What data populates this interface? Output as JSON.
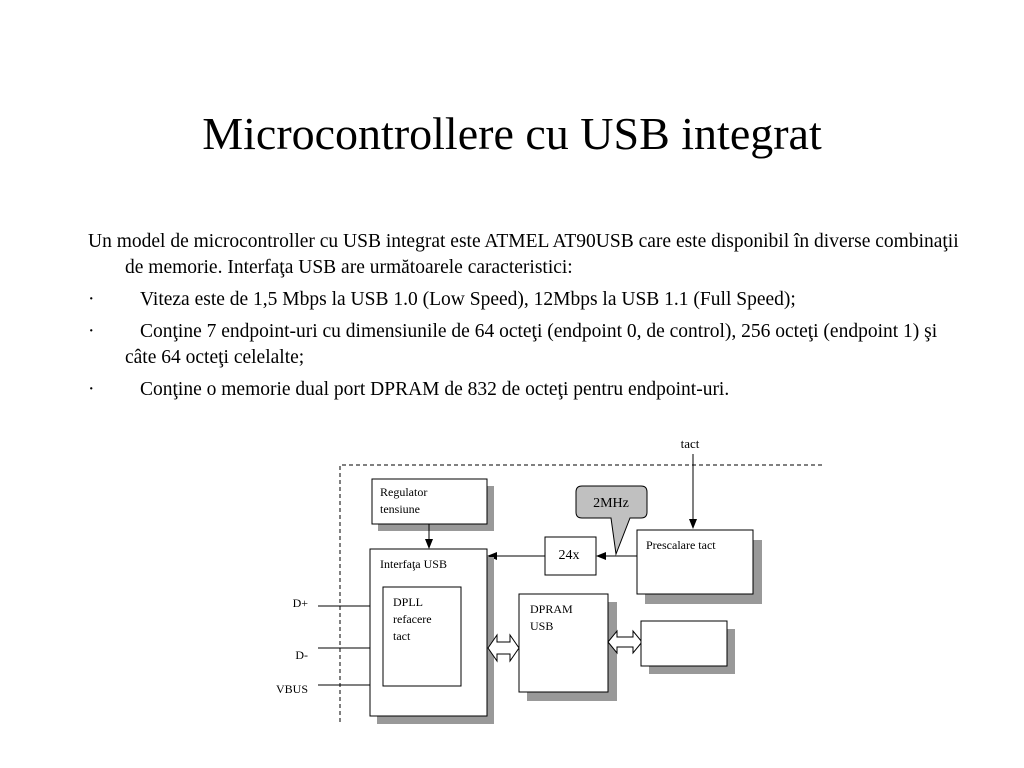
{
  "slide": {
    "title": "Microcontrollere cu USB integrat"
  },
  "body": {
    "intro": "Un model de microcontroller cu USB integrat este ATMEL AT90USB care este disponibil  în diverse combinaţii de memorie. Interfaţa USB are următoarele caracteristici:",
    "bullet_symbol": "·",
    "bullets": [
      "Viteza este de 1,5 Mbps la USB 1.0 (Low Speed), 12Mbps la USB 1.1 (Full Speed);",
      "Conţine 7 endpoint-uri cu dimensiunile de 64 octeţi (endpoint 0, de control), 256 octeţi (endpoint 1) şi câte 64 octeţi celelalte;",
      "Conţine o memorie dual port DPRAM de 832 de octeţi pentru endpoint-uri."
    ]
  },
  "diagram": {
    "tact": "tact",
    "callout_freq": "2MHz",
    "multiplier": "24x",
    "regulator": [
      "Regulator",
      "tensiune"
    ],
    "usb_interface": "Interfaţa USB",
    "prescaler": "Prescalare tact",
    "dpll": [
      "DPLL",
      "refacere",
      "tact"
    ],
    "dpram": [
      "DPRAM",
      "USB"
    ],
    "pins": {
      "dplus": "D+",
      "dminus": "D-",
      "vbus": "VBUS"
    }
  }
}
